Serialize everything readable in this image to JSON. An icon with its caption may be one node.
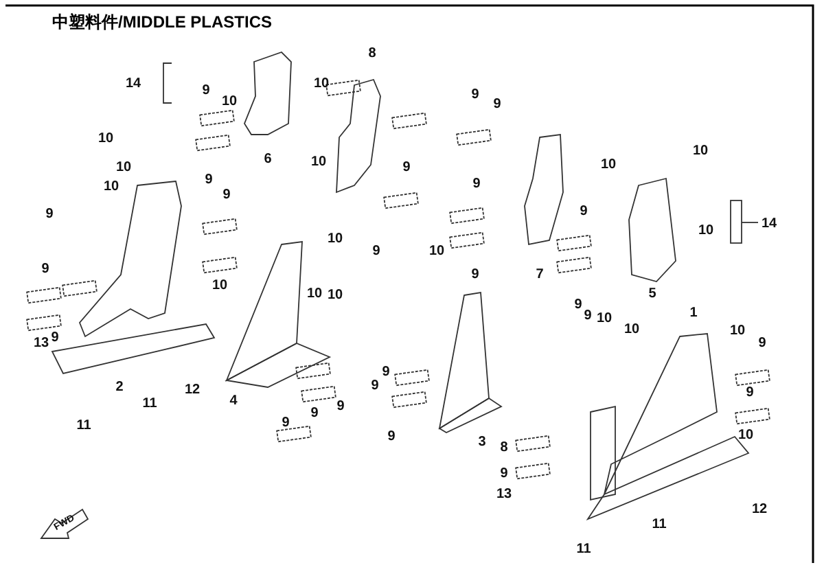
{
  "diagram": {
    "title": "中塑料件/MIDDLE PLASTICS",
    "labels": [
      "14",
      "10",
      "8",
      "9",
      "10",
      "10",
      "6",
      "10",
      "9",
      "9",
      "9",
      "10",
      "10",
      "9",
      "9",
      "9",
      "9",
      "10",
      "10",
      "9",
      "10",
      "14",
      "9",
      "10",
      "9",
      "10",
      "7",
      "10",
      "10",
      "10",
      "5",
      "9",
      "13",
      "9",
      "2",
      "11",
      "12",
      "11",
      "4",
      "9",
      "9",
      "9",
      "9",
      "9",
      "9",
      "3",
      "9",
      "9",
      "10",
      "1",
      "10",
      "10",
      "9",
      "9",
      "10",
      "8",
      "9",
      "13",
      "11",
      "12",
      "11",
      "FWD"
    ]
  }
}
